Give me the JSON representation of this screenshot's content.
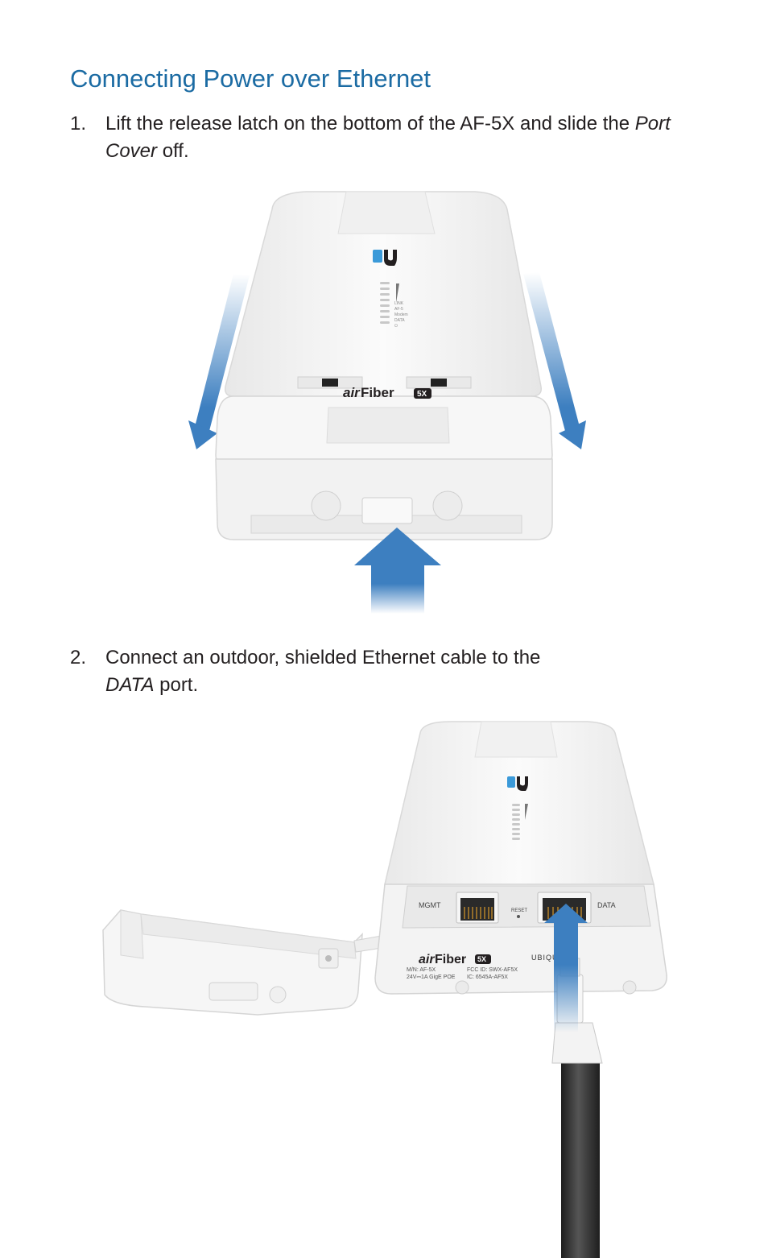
{
  "heading": "Connecting Power over Ethernet",
  "steps": [
    {
      "number": "1.",
      "text_a": "Lift the release latch on the bottom of the AF-5X and slide the ",
      "em": "Port Cover",
      "text_b": " off."
    },
    {
      "number": "2.",
      "text_a": "Connect an outdoor, shielded Ethernet cable to the ",
      "em": "DATA",
      "text_b": " port."
    }
  ],
  "device": {
    "brand_air": "air",
    "brand_fiber": "Fiber",
    "model_badge": "5X",
    "led_labels": [
      "LINK",
      "AF-5",
      "Modem",
      "DATA",
      "⏻"
    ],
    "port_mgmt": "MGMT",
    "port_reset": "RESET",
    "port_data": "DATA",
    "vendor": "UBIQUITI",
    "label_mn": "M/N: AF-5X",
    "label_power": "24V⎓1A GigE POE",
    "label_fcc": "FCC ID: SWX-AF5X",
    "label_ic": "IC: 6545A-AF5X"
  },
  "colors": {
    "heading": "#1b6ba3",
    "arrow": "#3d7fc0",
    "device_body": "#f4f4f4",
    "device_outline": "#d9d9d9",
    "cable": "#3a3a3a"
  },
  "icons": [
    "down-arrow-left",
    "down-arrow-right",
    "up-arrow",
    "ubiquiti-logo",
    "cable-arrow"
  ]
}
